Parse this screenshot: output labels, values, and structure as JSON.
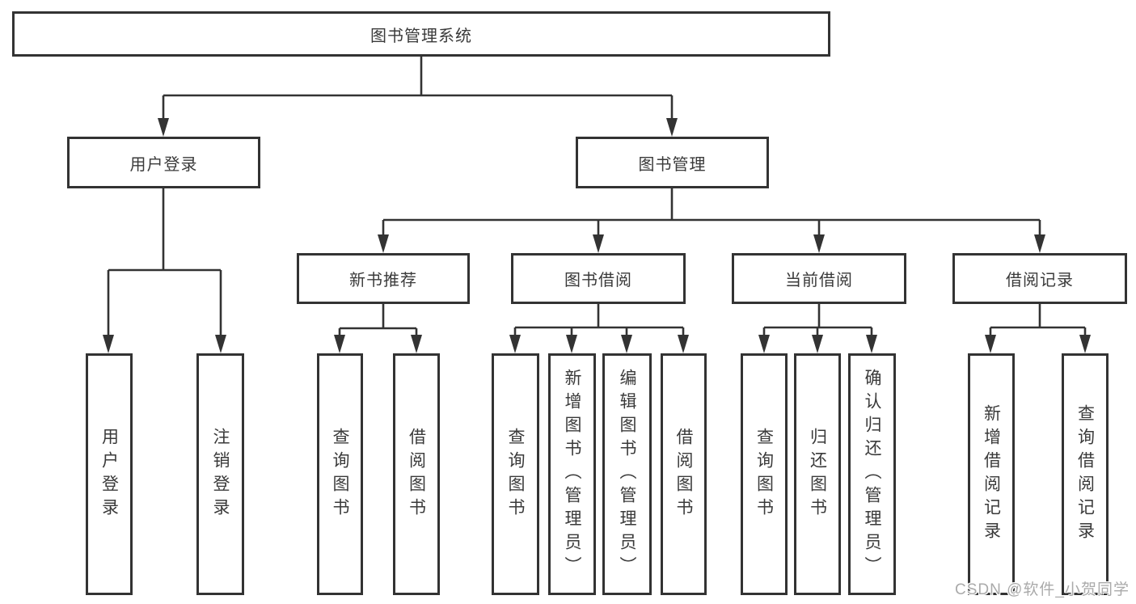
{
  "colors": {
    "line": "#333333",
    "box_border": "#333333",
    "text": "#3a3a3a",
    "background": "#ffffff",
    "watermark": "#aaaaaa"
  },
  "diagram_type": "hierarchy-tree",
  "tree": {
    "label": "图书管理系统",
    "children": [
      {
        "label": "用户登录",
        "children": [
          {
            "label": "用户登录"
          },
          {
            "label": "注销登录"
          }
        ]
      },
      {
        "label": "图书管理",
        "children": [
          {
            "label": "新书推荐",
            "children": [
              {
                "label": "查询图书"
              },
              {
                "label": "借阅图书"
              }
            ]
          },
          {
            "label": "图书借阅",
            "children": [
              {
                "label": "查询图书"
              },
              {
                "label": "新增图书（管理员）"
              },
              {
                "label": "编辑图书（管理员）"
              },
              {
                "label": "借阅图书"
              }
            ]
          },
          {
            "label": "当前借阅",
            "children": [
              {
                "label": "查询图书"
              },
              {
                "label": "归还图书"
              },
              {
                "label": "确认归还（管理员）"
              }
            ]
          },
          {
            "label": "借阅记录",
            "children": [
              {
                "label": "新增借阅记录"
              },
              {
                "label": "查询借阅记录"
              }
            ]
          }
        ]
      }
    ]
  },
  "watermark": {
    "text": "CSDN @软件_小贺同学"
  }
}
